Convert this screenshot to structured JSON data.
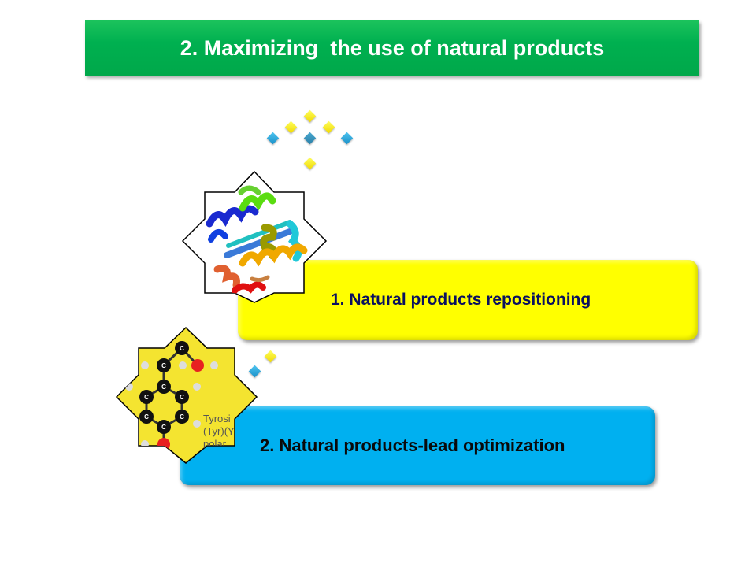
{
  "slide": {
    "title": "2. Maximizing  the use of natural products",
    "items": [
      {
        "label": "1. Natural products repositioning",
        "color": "#ffff00",
        "icon": "protein-structure-icon"
      },
      {
        "label": "2. Natural products-lead optimization",
        "color": "#00b0f0",
        "icon": "molecule-structure-icon"
      }
    ],
    "molecule_caption_fragment": [
      "Tyrosi",
      "(Tyr)(Y",
      "polar"
    ],
    "colors": {
      "title_bg": "#00b050",
      "title_text": "#ffffff"
    }
  }
}
